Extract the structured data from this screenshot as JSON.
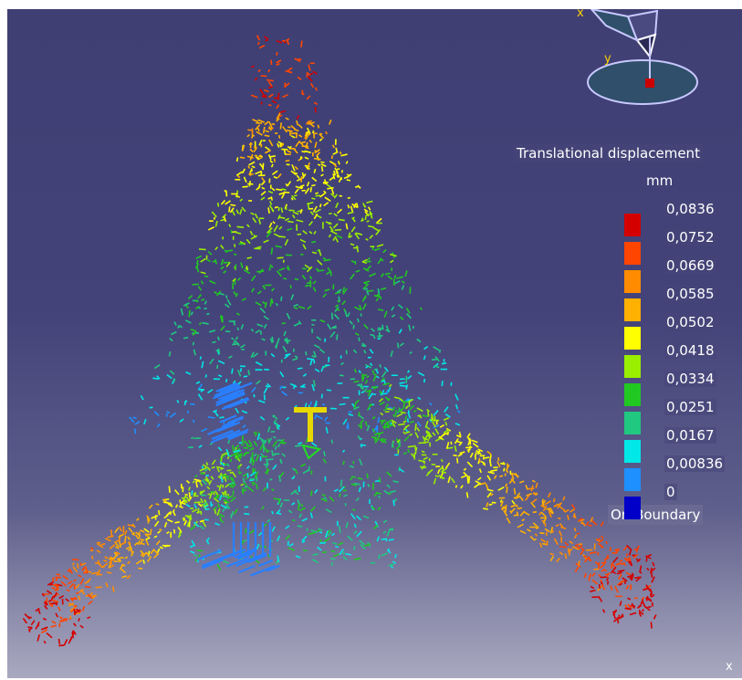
{
  "legend": {
    "title": "Translational displacement",
    "unit": "mm",
    "values": [
      "0,0836",
      "0,0752",
      "0,0669",
      "0,0585",
      "0,0502",
      "0,0418",
      "0,0334",
      "0,0251",
      "0,0167",
      "0,00836",
      "0"
    ],
    "colors": [
      "#d40000",
      "#ff4500",
      "#ff8c00",
      "#ffb000",
      "#ffff00",
      "#9aee00",
      "#22c822",
      "#20c880",
      "#00e8e8",
      "#1e90ff",
      "#0000c8"
    ],
    "on_boundary": "On Boundary"
  },
  "compass": {
    "x_label": "x",
    "y_label": "y"
  },
  "axis": {
    "x_label": "x"
  }
}
